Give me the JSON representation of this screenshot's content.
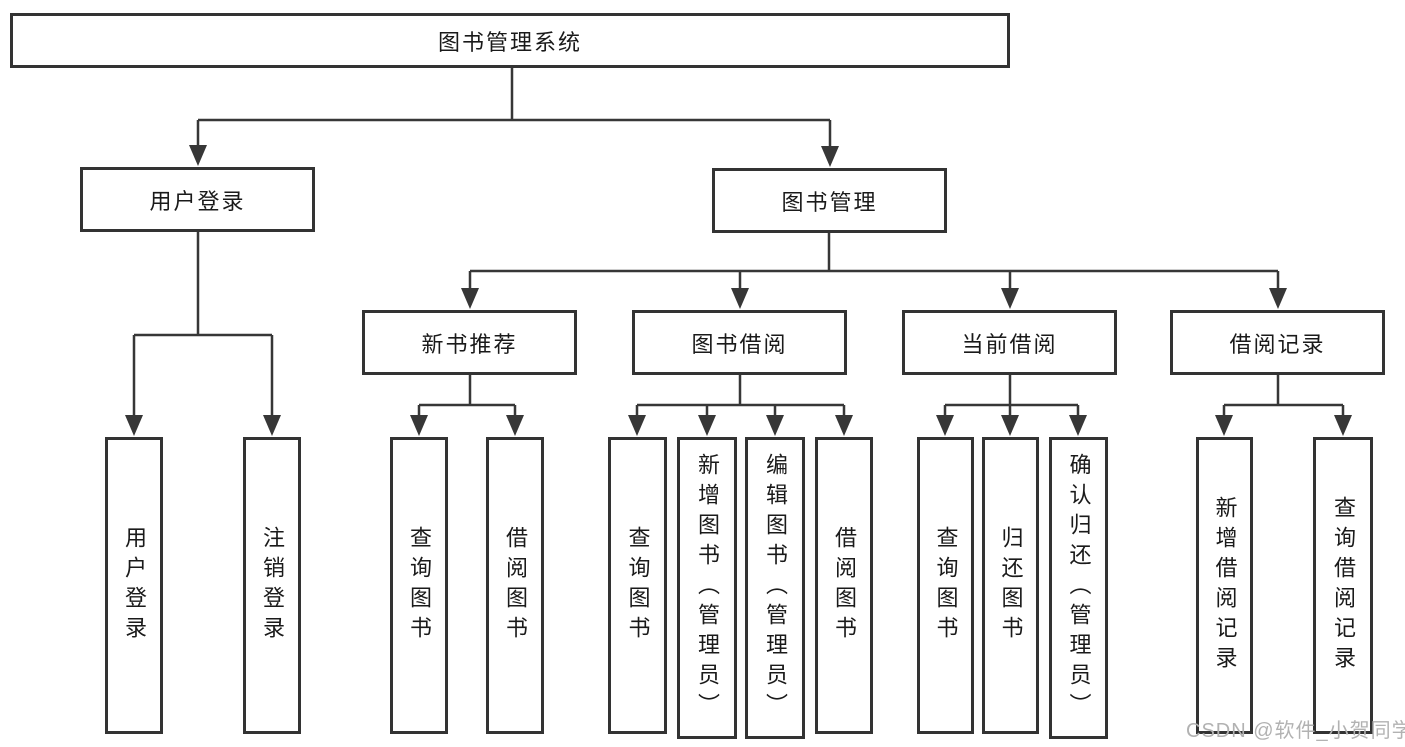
{
  "diagram": {
    "root": {
      "label": "图书管理系统"
    },
    "level2": [
      {
        "label": "用户登录"
      },
      {
        "label": "图书管理"
      }
    ],
    "level3": [
      {
        "label": "新书推荐"
      },
      {
        "label": "图书借阅"
      },
      {
        "label": "当前借阅"
      },
      {
        "label": "借阅记录"
      }
    ],
    "leaves": {
      "user_login": [
        {
          "label": "用户登录"
        },
        {
          "label": "注销登录"
        }
      ],
      "new_books": [
        {
          "label": "查询图书"
        },
        {
          "label": "借阅图书"
        }
      ],
      "book_borrow": [
        {
          "label": "查询图书"
        },
        {
          "label": "新增图书（管理员）"
        },
        {
          "label": "编辑图书（管理员）"
        },
        {
          "label": "借阅图书"
        }
      ],
      "current_borrow": [
        {
          "label": "查询图书"
        },
        {
          "label": "归还图书"
        },
        {
          "label": "确认归还（管理员）"
        }
      ],
      "borrow_records": [
        {
          "label": "新增借阅记录"
        },
        {
          "label": "查询借阅记录"
        }
      ]
    }
  },
  "watermark": {
    "text": "CSDN @软件_小贺同学"
  },
  "colors": {
    "line": "#373737",
    "box_border": "#333333",
    "background": "#ffffff",
    "watermark_gray": "#b2b2b2"
  }
}
